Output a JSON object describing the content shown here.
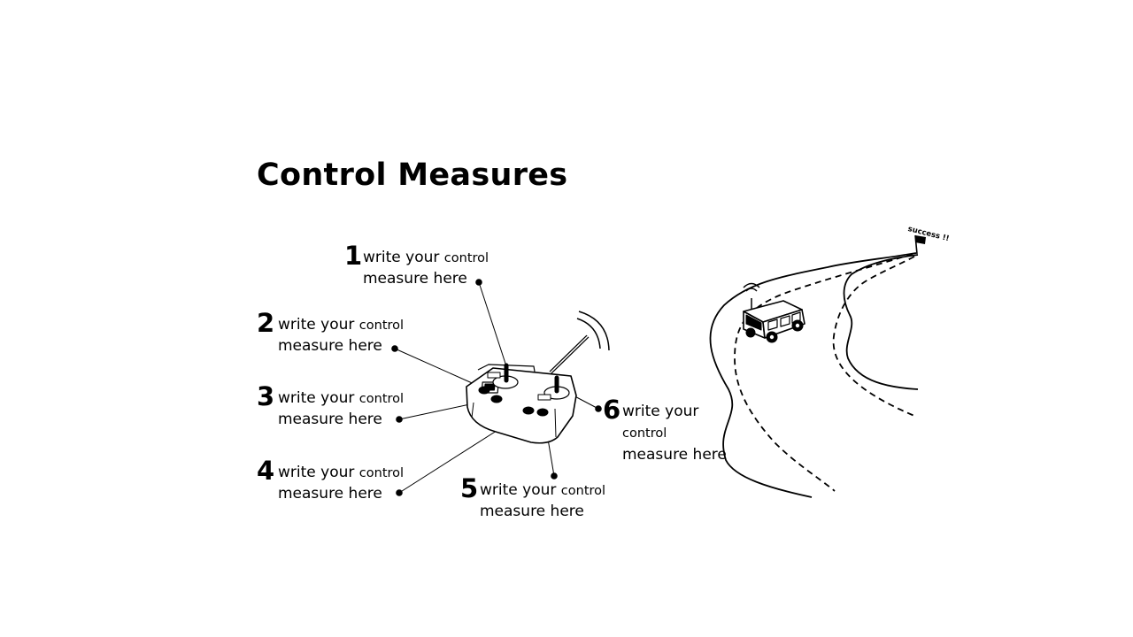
{
  "title": "Control Measures",
  "measures": [
    {
      "number": "1",
      "text_main": "write your",
      "text_small": "control",
      "line2": "measure here"
    },
    {
      "number": "2",
      "text_main": "write your",
      "text_small": "control",
      "line2": "measure here"
    },
    {
      "number": "3",
      "text_main": "write your",
      "text_small": "control",
      "line2": "measure here"
    },
    {
      "number": "4",
      "text_main": "write your",
      "text_small": "control",
      "line2": "measure here"
    },
    {
      "number": "5",
      "text_main": "write your",
      "text_small": "control",
      "line2": "measure here"
    },
    {
      "number": "6",
      "text_main": "write your",
      "text_small": "control",
      "line2": "measure here"
    }
  ],
  "illustration": {
    "remote_icon": "rc-remote-controller-icon",
    "vehicle_icon": "rc-car-icon",
    "flag_icon": "finish-flag-icon",
    "flag_label": "success !!"
  }
}
